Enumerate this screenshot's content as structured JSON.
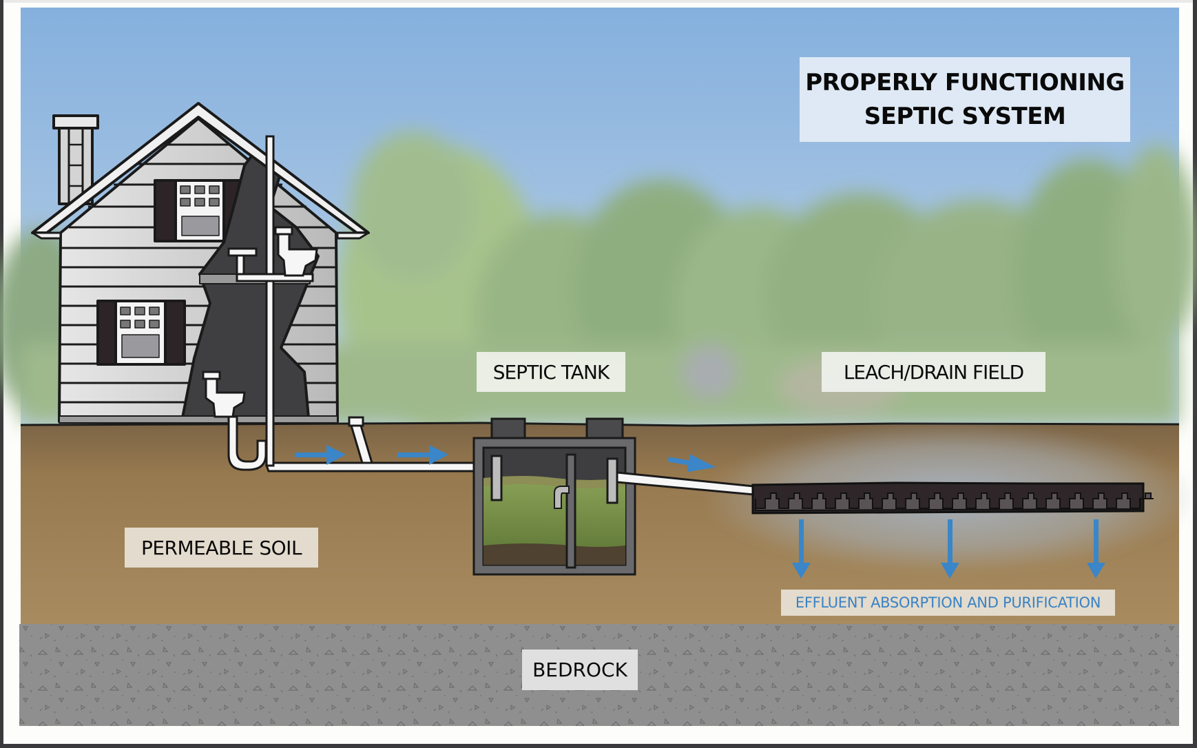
{
  "diagram": {
    "title_lines": [
      "PROPERLY FUNCTIONING",
      "SEPTIC SYSTEM"
    ],
    "labels": {
      "septic_tank": "SEPTIC TANK",
      "leach_field": "LEACH/DRAIN FIELD",
      "permeable_soil": "PERMEABLE SOIL",
      "effluent": "EFFLUENT ABSORPTION AND PURIFICATION",
      "bedrock": "BEDROCK"
    },
    "components": [
      "house",
      "plumbing-stack",
      "toilets",
      "sewer-line",
      "cleanout",
      "septic-tank",
      "outlet-pipe",
      "drain-field",
      "soil",
      "bedrock"
    ],
    "flow_arrows": {
      "sewer_line_count": 2,
      "outlet_count": 1,
      "absorption_down_count": 3
    },
    "colors": {
      "sky_top": "#85b0de",
      "sky_bottom": "#b6cde4",
      "trees": "#9fbb86",
      "soil": "#a3865c",
      "bedrock": "#8f8f8f",
      "arrow_blue": "#3a86c8",
      "effluent_text": "#3a82c4",
      "sludge_green": "#6f8a3e",
      "tank_gray": "#6a6a6c",
      "title_box": "#dfe9f5"
    }
  }
}
